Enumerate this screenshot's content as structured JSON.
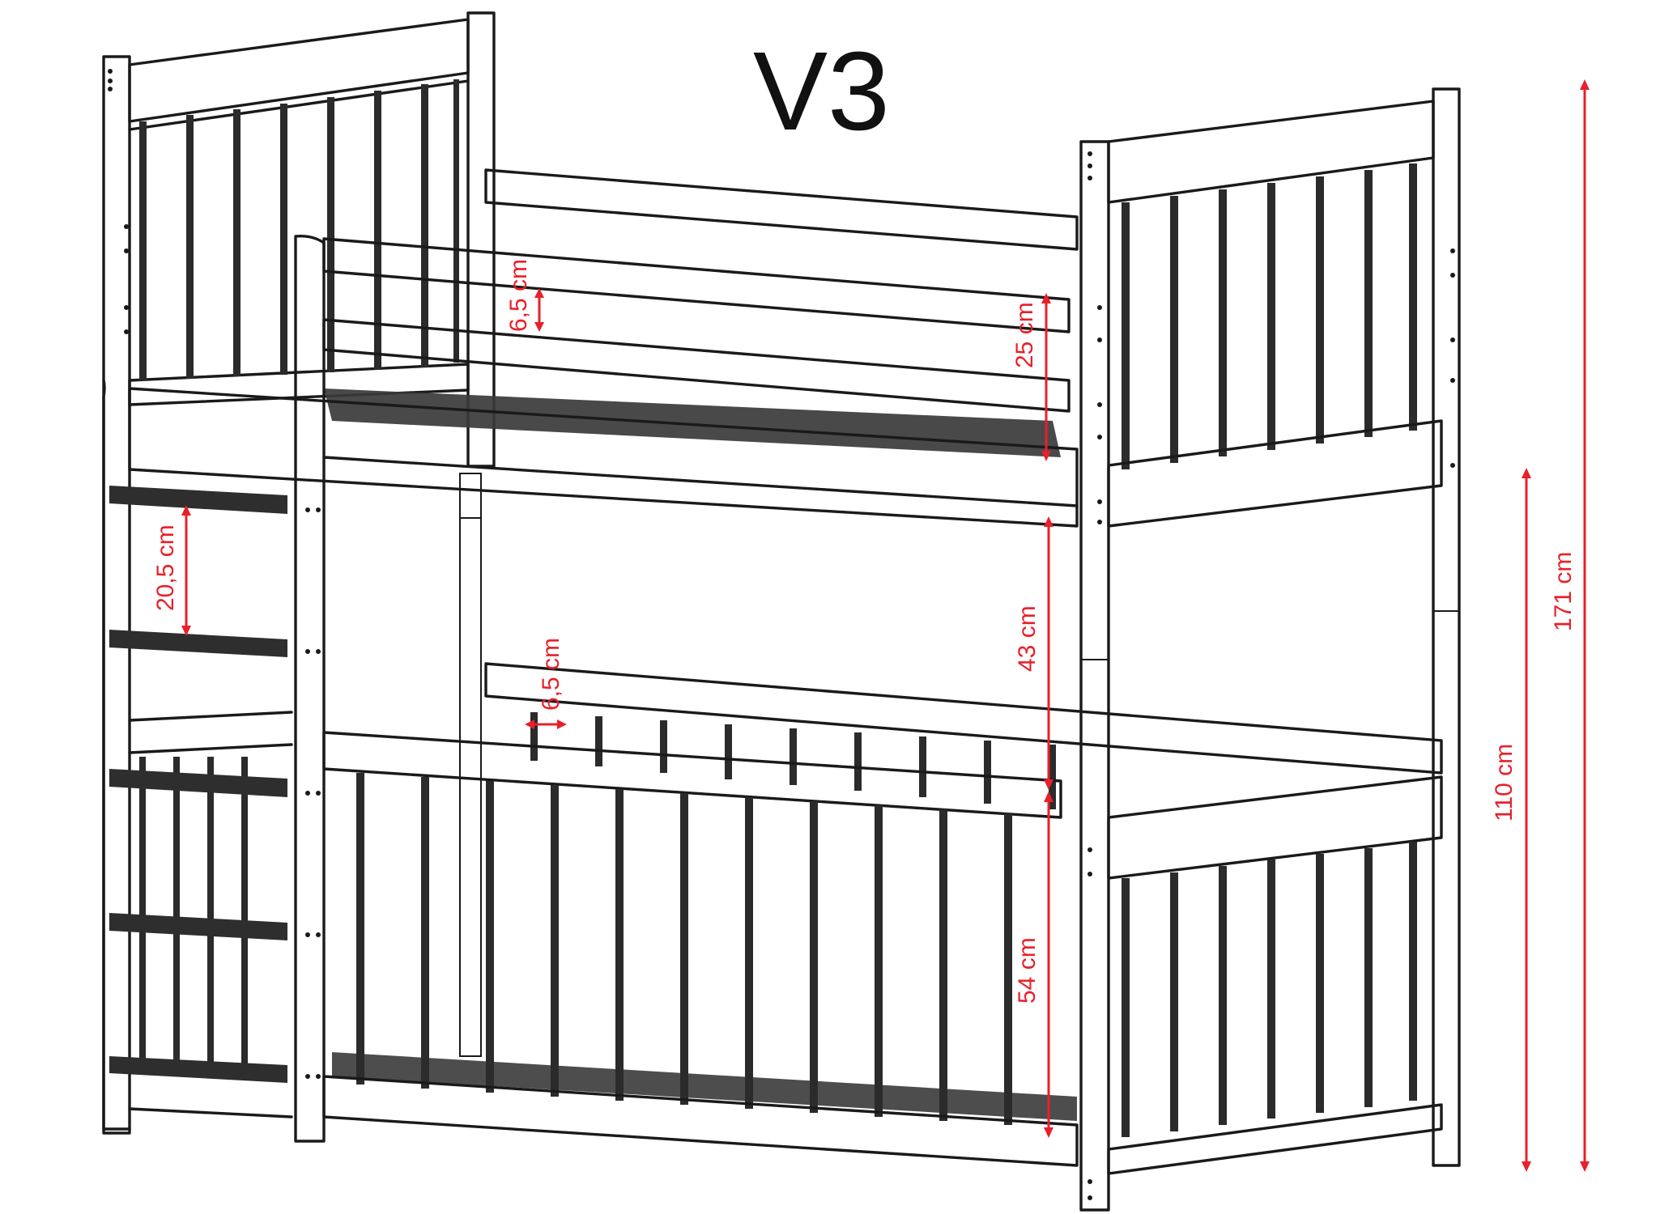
{
  "title": "V3",
  "colors": {
    "line": "#1a1a1a",
    "dimension": "#e8202a",
    "background": "#ffffff"
  },
  "dimensions": {
    "upper_guard_gap": "6,5 cm",
    "upper_guard_height": "25 cm",
    "ladder_rung_spacing": "20,5 cm",
    "between_beds": "43 cm",
    "lower_guard_gap": "6,5 cm",
    "lower_bed_height": "54 cm",
    "lower_total_height": "110 cm",
    "total_height": "171 cm"
  }
}
